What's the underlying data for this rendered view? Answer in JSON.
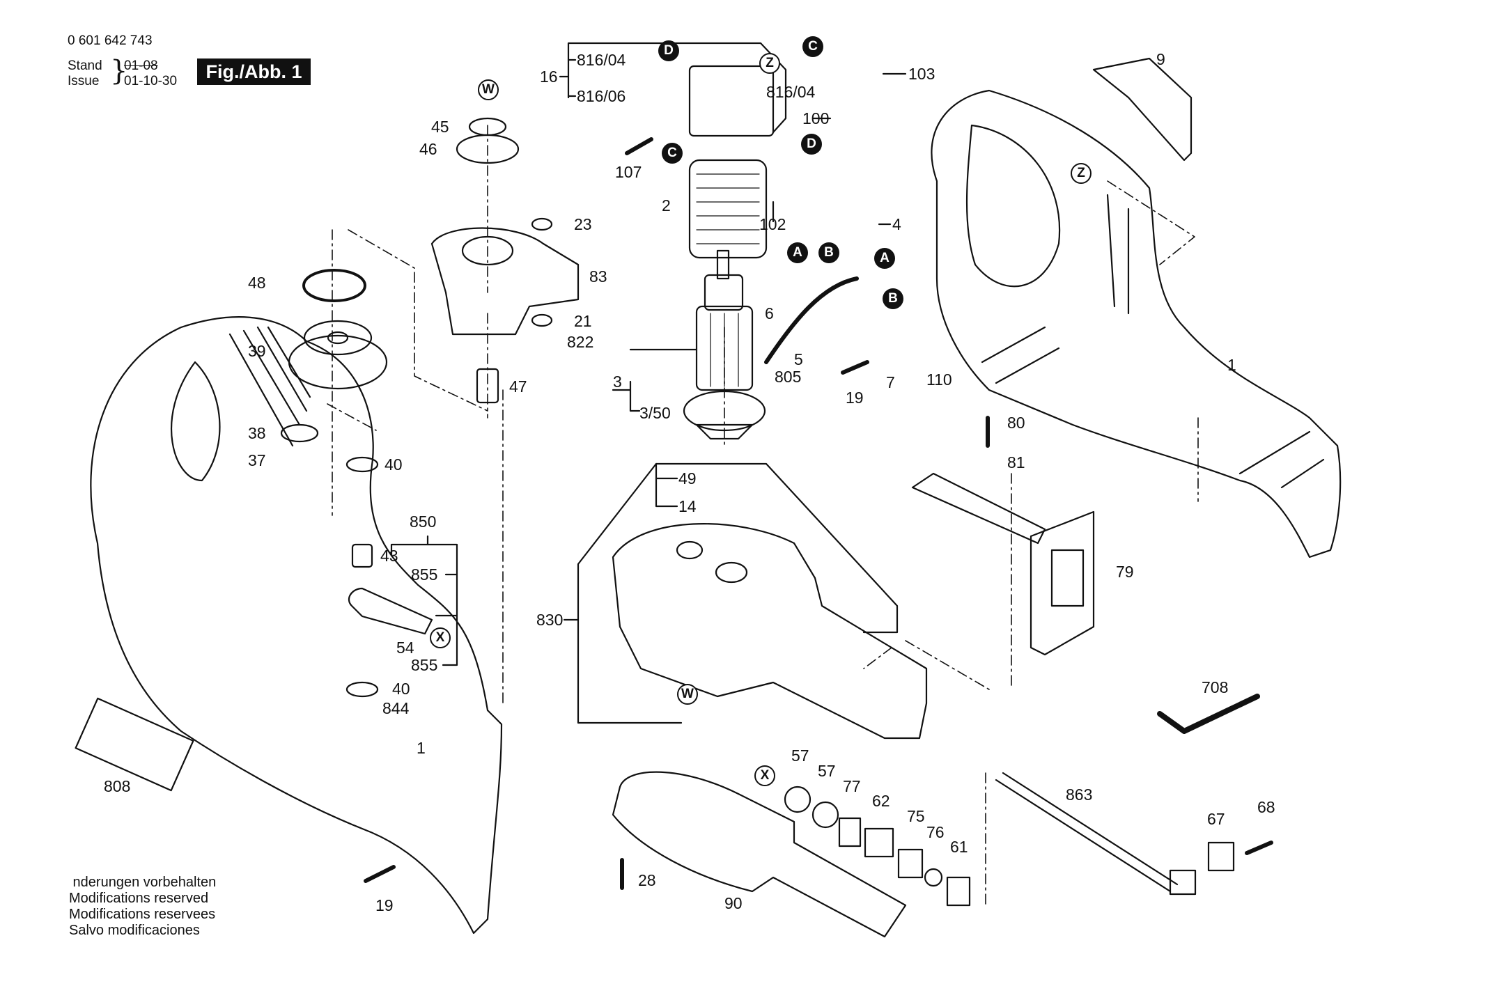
{
  "header": {
    "part_number": "0 601 642 743",
    "stand_label": "Stand",
    "issue_label": "Issue",
    "old_date": "01-08",
    "issue_date": "01-10-30",
    "figure_label": "Fig./Abb. 1"
  },
  "callouts": {
    "A": "A",
    "B": "B",
    "C": "C",
    "D": "D",
    "W": "W",
    "X": "X",
    "Z": "Z"
  },
  "parts": {
    "p1_right": "1",
    "p1_left": "1",
    "p2": "2",
    "p3": "3",
    "p3_50": "3/50",
    "p4": "4",
    "p5": "5",
    "p6": "6",
    "p7": "7",
    "p9": "9",
    "p14": "14",
    "p16": "16",
    "p19_mid": "19",
    "p19_left": "19",
    "p21": "21",
    "p23": "23",
    "p28": "28",
    "p37": "37",
    "p38": "38",
    "p39": "39",
    "p40_a": "40",
    "p40_b": "40",
    "p43": "43",
    "p45": "45",
    "p46": "46",
    "p47": "47",
    "p48": "48",
    "p49": "49",
    "p54": "54",
    "p57_a": "57",
    "p57_b": "57",
    "p61": "61",
    "p62": "62",
    "p67": "67",
    "p68": "68",
    "p75": "75",
    "p76": "76",
    "p77": "77",
    "p79": "79",
    "p80": "80",
    "p81": "81",
    "p83": "83",
    "p90": "90",
    "p100": "100",
    "p102": "102",
    "p103": "103",
    "p107": "107",
    "p110": "110",
    "p708": "708",
    "p805": "805",
    "p808": "808",
    "p816_04_a": "816/04",
    "p816_04_b": "816/04",
    "p816_06": "816/06",
    "p822": "822",
    "p830": "830",
    "p844": "844",
    "p850": "850",
    "p855_a": "855",
    "p855_b": "855",
    "p863": "863"
  },
  "footer": {
    "line1": " nderungen vorbehalten",
    "line2": "Modifications reserved",
    "line3": "Modifications reservees",
    "line4": "Salvo modificaciones"
  }
}
